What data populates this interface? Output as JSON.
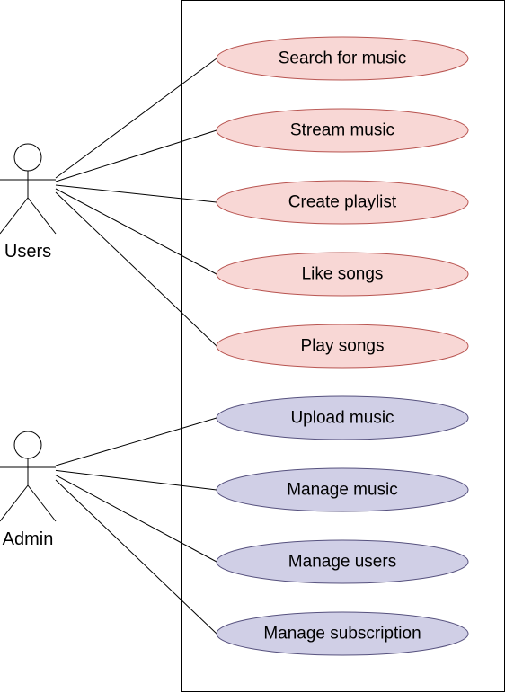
{
  "colors": {
    "user_usecase_fill": "#f8d7d5",
    "user_usecase_stroke": "#b85450",
    "admin_usecase_fill": "#d0cfe6",
    "admin_usecase_stroke": "#56517e"
  },
  "actors": [
    {
      "id": "users",
      "label": "Users",
      "use_cases": [
        "Search for music",
        "Stream music",
        "Create playlist",
        "Like songs",
        "Play songs"
      ]
    },
    {
      "id": "admin",
      "label": "Admin",
      "use_cases": [
        "Upload music",
        "Manage music",
        "Manage users",
        "Manage subscription"
      ]
    }
  ]
}
